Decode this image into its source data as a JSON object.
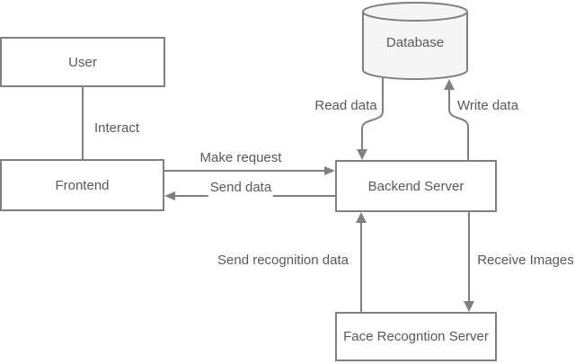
{
  "diagram": {
    "title": "Client-server face recognition architecture flowchart",
    "colors": {
      "stroke": "#808080",
      "text": "#595959",
      "node_fill": "#ffffff",
      "database_fill": "#f5f5f5",
      "background": "#ffffff"
    },
    "nodes": {
      "user": {
        "label": "User",
        "shape": "rectangle"
      },
      "frontend": {
        "label": "Frontend",
        "shape": "rectangle"
      },
      "database": {
        "label": "Database",
        "shape": "cylinder"
      },
      "backend": {
        "label": "Backend Server",
        "shape": "rectangle"
      },
      "face_recognition": {
        "label": "Face Recogntion Server",
        "shape": "rectangle"
      }
    },
    "edges": {
      "interact": {
        "label": "Interact",
        "from": "user",
        "to": "frontend",
        "arrow": "none"
      },
      "make_request": {
        "label": "Make request",
        "from": "frontend",
        "to": "backend",
        "arrow": "right"
      },
      "send_data": {
        "label": "Send data",
        "from": "backend",
        "to": "frontend",
        "arrow": "left"
      },
      "read_data": {
        "label": "Read data",
        "from": "database",
        "to": "backend",
        "arrow": "down"
      },
      "write_data": {
        "label": "Write data",
        "from": "backend",
        "to": "database",
        "arrow": "up"
      },
      "send_recognition": {
        "label": "Send recognition data",
        "from": "face_recognition",
        "to": "backend",
        "arrow": "up"
      },
      "receive_images": {
        "label": "Receive Images",
        "from": "backend",
        "to": "face_recognition",
        "arrow": "down"
      }
    }
  }
}
